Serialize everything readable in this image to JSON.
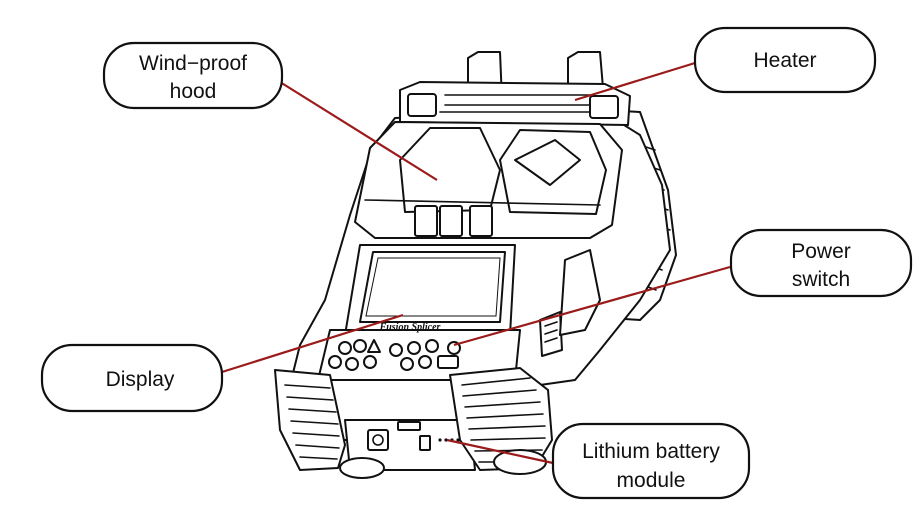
{
  "callouts": {
    "hood": {
      "line1": "Wind−proof",
      "line2": "hood"
    },
    "heater": {
      "line1": "Heater"
    },
    "power": {
      "line1": "Power",
      "line2": "switch"
    },
    "display": {
      "line1": "Display"
    },
    "battery": {
      "line1": "Lithium battery",
      "line2": "module"
    }
  },
  "device": {
    "panel_label": "Fusion Splicer"
  },
  "colors": {
    "leader_line": "#9b1b1b",
    "outline": "#111111",
    "background": "#ffffff"
  }
}
